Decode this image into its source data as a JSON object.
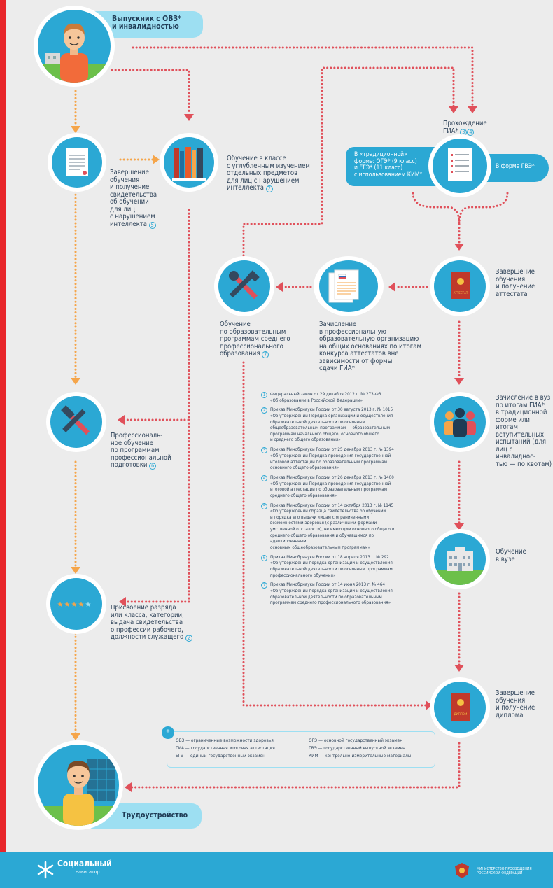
{
  "nodes": {
    "graduate": "Выпускник с ОВЗ*\nи инвалидностью",
    "finish_certificate": "Завершение\nобучения\nи получение\nсвидетельства\nоб обучении\nдля лиц\nс нарушением\nинтеллекта",
    "finish_certificate_ref": "5",
    "special_class": "Обучение в классе\nс углубленным изучением\nотдельных предметов\nдля лиц с нарушением\nинтеллекта",
    "special_class_ref": "2",
    "gia": "Прохождение\nГИА*",
    "gia_refs": [
      "3",
      "4"
    ],
    "traditional_form": "В «традиционной»\nформе: ОГЭ* (9 класс)\nи ЕГЭ* (11 класс)\nс использованием КИМ*",
    "gve_form": "В форме ГВЭ*",
    "finish_attestat": "Завершение\nобучения\nи получение\nаттестата",
    "college_enroll": "Зачисление\nв профессиональную\nобразовательную организацию\nна общих основаниях по итогам\nконкурса аттестатов вне\nзависимости от формы\nсдачи ГИА*",
    "college_study": "Обучение\nпо образовательным\nпрограммам среднего\nпрофессионального\nобразования",
    "college_study_ref": "7",
    "vocational": "Профессиональ-\nное обучение\nпо программам\nпрофессиональной\nподготовки",
    "vocational_ref": "6",
    "uni_enroll": "Зачисление в вуз\nпо итогам ГИА*\nв традиционной\nформе или итогам\nвступительных\nиспытаний (для\nлиц с инвалиднос-\nтью — по квотам)",
    "uni_study": "Обучение\nв вузе",
    "qualification": "Присвоение разряда\nили класса, категории,\nвыдача свидетельства\nо профессии рабочего,\nдолжности служащего",
    "qualification_ref": "2",
    "diploma": "Завершение\nобучения\nи получение\nдиплома",
    "employment": "Трудоустройство"
  },
  "icon_labels": {
    "passport": "АТТЕСТАТ",
    "diploma": "ДИПЛОМ"
  },
  "references": [
    {
      "num": "1",
      "text": "Федеральный закон от 29 декабря 2012 г. № 273-ФЗ\n«Об образовании в Российской Федерации»"
    },
    {
      "num": "2",
      "text": "Приказ Минобрнауки России от 30 августа 2013 г. № 1015\n«Об утверждении Порядка организации и осуществления\nобразовательной деятельности по основным\nобщеобразовательным программам — образовательным\nпрограммам начального общего, основного общего\nи среднего общего образования»"
    },
    {
      "num": "3",
      "text": "Приказ Минобрнауки России от 25 декабря 2013 г. № 1394\n«Об утверждении Порядка проведения государственной\nитоговой аттестации по образовательным программам\nосновного общего образования»"
    },
    {
      "num": "4",
      "text": "Приказ Минобрнауки России от 26 декабря 2013 г. № 1400\n«Об утверждении Порядка проведения государственной\nитоговой аттестации по образовательным программам\nсреднего общего образования»"
    },
    {
      "num": "5",
      "text": "Приказ Минобрнауки России от 14 октября 2013 г. № 1145\n«Об утверждении образца свидетельства об обучении\nи порядка его выдачи лицам с ограниченными\nвозможностями здоровья (с различными формами\nумственной отсталости), не имеющим основного общего и\nсреднего общего образования и обучавшимся по\nадаптированным\nосновным общеобразовательным программам»"
    },
    {
      "num": "6",
      "text": "Приказ Минобрнауки России от 18 апреля 2013 г. № 292\n«Об утверждении порядка организации и осуществления\nобразовательной деятельности по основным программам\nпрофессионального обучения»"
    },
    {
      "num": "7",
      "text": "Приказ Минобрнауки России от  14 июня 2013 г. № 464\n«Об утверждении порядка организации и осуществления\nобразовательной деятельности по образовательным\nпрограммам среднего профессионального образования»"
    }
  ],
  "glossary": {
    "left": [
      "ОВЗ — ограниченные возможности здоровья",
      "ГИА — государственная итоговая аттестация",
      "ЕГЭ — единый государственный экзамен"
    ],
    "right": [
      "ОГЭ — основной государственный экзамен",
      "ГВЭ — государственный выпускной экзамен",
      "КИМ — контрольно-измерительные материалы"
    ],
    "marker": "*"
  },
  "footer": {
    "brand_line1": "Социальный",
    "brand_line2": "навигатор",
    "ministry": "МИНИСТЕРСТВО ПРОСВЕЩЕНИЯ\nРОССИЙСКОЙ ФЕДЕРАЦИИ"
  },
  "colors": {
    "accent_blue": "#2ba8d4",
    "light_blue": "#9ddff2",
    "arrow_red": "#e0505a",
    "arrow_orange": "#f5a54a",
    "red_bar": "#e8252a",
    "background": "#ececec"
  }
}
